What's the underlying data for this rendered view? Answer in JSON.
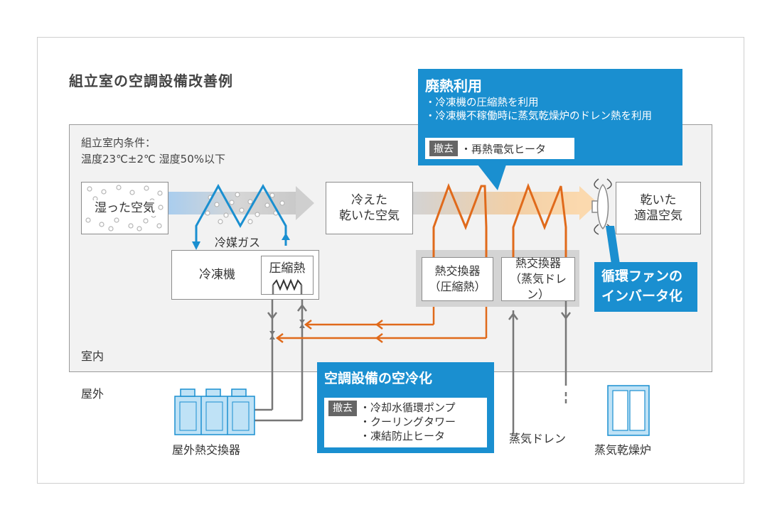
{
  "title": "組立室の空調設備改善例",
  "room": {
    "condition_line1": "組立室内条件：",
    "condition_line2": "温度23℃±2℃ 湿度50%以下",
    "indoor_label": "室内",
    "outdoor_label": "屋外"
  },
  "boxes": {
    "humid_air": "湿った空気",
    "cooled_air_line1": "冷えた",
    "cooled_air_line2": "乾いた空気",
    "dry_air_line1": "乾いた",
    "dry_air_line2": "適温空気",
    "refrigerator": "冷凍機",
    "compression_heat": "圧縮熱",
    "hx1_line1": "熱交換器",
    "hx1_line2": "（圧縮熱）",
    "hx2_line1": "熱交換器",
    "hx2_line2": "（蒸気ドレン）"
  },
  "labels": {
    "refrigerant_gas": "冷媒ガス",
    "outdoor_hx": "屋外熱交換器",
    "steam_drain": "蒸気ドレン",
    "steam_dryer": "蒸気乾燥炉"
  },
  "callouts": {
    "waste_heat": {
      "head": "廃熱利用",
      "line1": "・冷凍機の圧縮熱を利用",
      "line2": "・冷凍機不稼働時に蒸気乾燥炉のドレン熱を利用",
      "removed_tag": "撤去",
      "removed_item": "・再熱電気ヒータ"
    },
    "fan": {
      "line1": "循環ファンの",
      "line2": "インバータ化"
    },
    "aircool": {
      "head": "空調設備の空冷化",
      "removed_tag": "撤去",
      "item1": "・冷却水循環ポンプ",
      "item2": "・クーリングタワー",
      "item3": "・凍結防止ヒータ"
    }
  },
  "colors": {
    "blue": "#1a8fd0",
    "orange": "#e06a1b",
    "gray": "#777777"
  }
}
